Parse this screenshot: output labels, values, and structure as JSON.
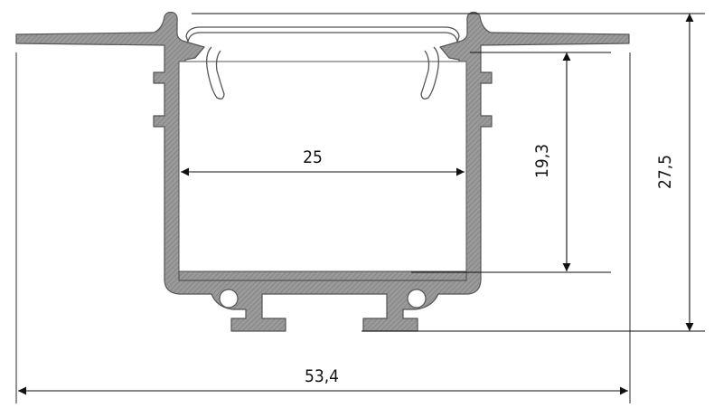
{
  "dimensions": {
    "inner_width": "25",
    "inner_height": "19,3",
    "total_height": "27,5",
    "total_width": "53,4"
  },
  "colors": {
    "profile_fill": "#9a9a9a",
    "hatch_line": "#7a7a7a",
    "outline": "#555555",
    "dimension": "#111111"
  }
}
